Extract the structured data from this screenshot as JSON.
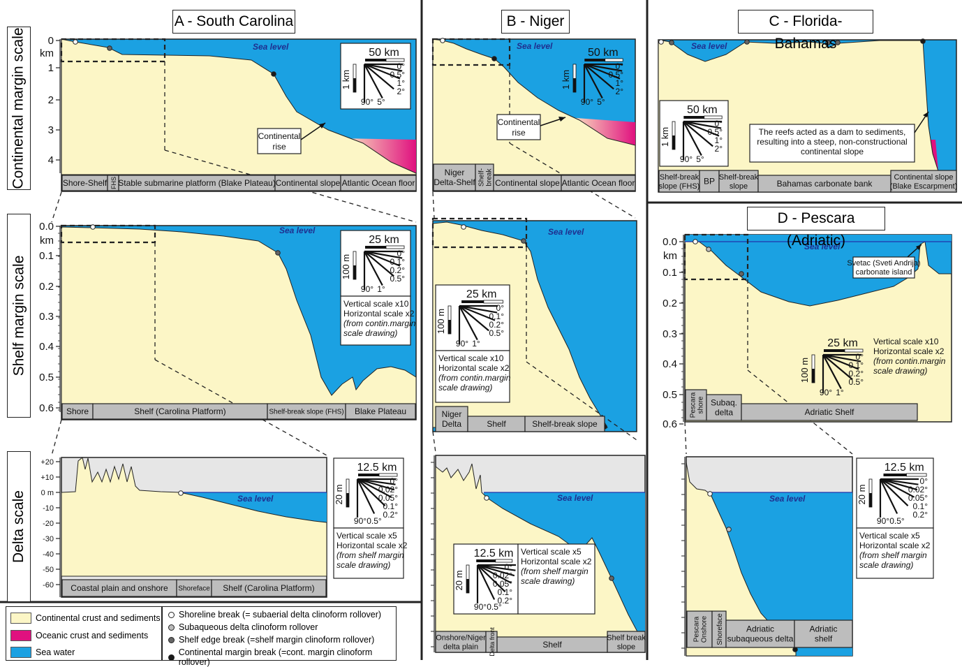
{
  "row_labels": [
    "Continental margin scale",
    "Shelf margin scale",
    "Delta scale"
  ],
  "regions": {
    "A": "A - South Carolina",
    "B": "B - Niger",
    "C": "C - Florida-Bahamas",
    "D": "D - Pescara (Adriatic)"
  },
  "sea_level": "Sea level",
  "axes": {
    "cont_km": [
      "0",
      "km",
      "1",
      "2",
      "3",
      "4"
    ],
    "shelf_km": [
      "0.0",
      "km",
      "0.1",
      "0.2",
      "0.3",
      "0.4",
      "0.5",
      "0.6"
    ],
    "delta_m": [
      "+20",
      "+10",
      "0 m",
      "-10",
      "-20",
      "-30",
      "-40",
      "-50",
      "-60"
    ]
  },
  "scales": {
    "cont": {
      "len": "50 km",
      "v": "1 km",
      "angles": [
        "0°",
        "0.5°",
        "1°",
        "2°",
        "5°",
        "90°"
      ]
    },
    "shelf": {
      "len": "25 km",
      "v": "100 m",
      "angles": [
        "0°",
        "0.1°",
        "0.2°",
        "0.5°",
        "1°",
        "90°"
      ]
    },
    "delta": {
      "len": "12.5 km",
      "v": "20 m",
      "angles": [
        "0°",
        "0.02°",
        "0.05°",
        "0.1°",
        "0.2°",
        "0.5°",
        "90°"
      ]
    }
  },
  "notes": {
    "shelf": [
      "Vertical scale x10",
      "Horizontal scale x2",
      "(from contin.margin",
      "scale drawing)"
    ],
    "delta": [
      "Vertical scale x5",
      "Horizontal scale x2",
      "(from shelf margin",
      "scale drawing)"
    ]
  },
  "annotations": {
    "cont_rise": [
      "Continental",
      "rise"
    ],
    "reefs": [
      "The reefs acted as a dam to sediments,",
      "resulting into a steep, non-constructional",
      "continental slope"
    ],
    "svetac": [
      "Svetac (Sveti Andrija)",
      "carbonate island"
    ]
  },
  "labels": {
    "A_cont": [
      "Shore-Shelf",
      "FHS",
      "Stable submarine platform (Blake Plateau)",
      "Continental slope",
      "Atlantic Ocean floor"
    ],
    "B_cont": [
      "Niger",
      "Delta-Shelf",
      "Shelf-",
      "break",
      "Continental slope",
      "Atlantic Ocean floor"
    ],
    "C_cont": [
      "Shelf-break",
      "slope (FHS)",
      "BP",
      "Shelf-break",
      "slope",
      "Bahamas carbonate bank",
      "Continental slope",
      "(Blake Escarpment)"
    ],
    "A_shelf": [
      "Shore",
      "Shelf (Carolina Platform)",
      "Shelf-break slope (FHS)",
      "Blake Plateau"
    ],
    "B_shelf": [
      "Niger",
      "Delta",
      "Shelf",
      "Shelf-break slope"
    ],
    "D_shelf": [
      "Pescara",
      "shore",
      "Subaq.",
      "delta",
      "Adriatic Shelf"
    ],
    "A_delta": [
      "Coastal plain and onshore",
      "Shoreface",
      "Shelf (Carolina Platform)"
    ],
    "B_delta": [
      "Onshore/Niger",
      "delta plain",
      "Delta front",
      "Shelf",
      "Shelf break",
      "slope"
    ],
    "D_delta": [
      "Pescara",
      "Onshore",
      "Shoreface",
      "Adriatic",
      "subaqueous delta",
      "Adriatic",
      "shelf"
    ]
  },
  "legend": {
    "swatches": [
      {
        "label": "Continental crust and sediments",
        "color": "#fcf6c6"
      },
      {
        "label": "Oceanic crust and sediments",
        "color": "#e0117f"
      },
      {
        "label": "Sea water",
        "color": "#1ba1e2"
      }
    ],
    "breaks": [
      {
        "label": "Shoreline break (= subaerial delta clinoform rollover)",
        "color": "#ffffff"
      },
      {
        "label": "Subaqueous delta clinoform rollover",
        "color": "#bbbbbb"
      },
      {
        "label": "Shelf edge break (=shelf margin clinoform rollover)",
        "color": "#666666"
      },
      {
        "label": "Continental margin break (=cont. margin clinoform rollover)",
        "color": "#1a1a1a"
      }
    ]
  },
  "colors": {
    "sand": "#fcf6c6",
    "sea": "#1ba1e2",
    "ocean": "#e0117f",
    "air": "#e6e6e6",
    "box": "#bdbdbd"
  }
}
